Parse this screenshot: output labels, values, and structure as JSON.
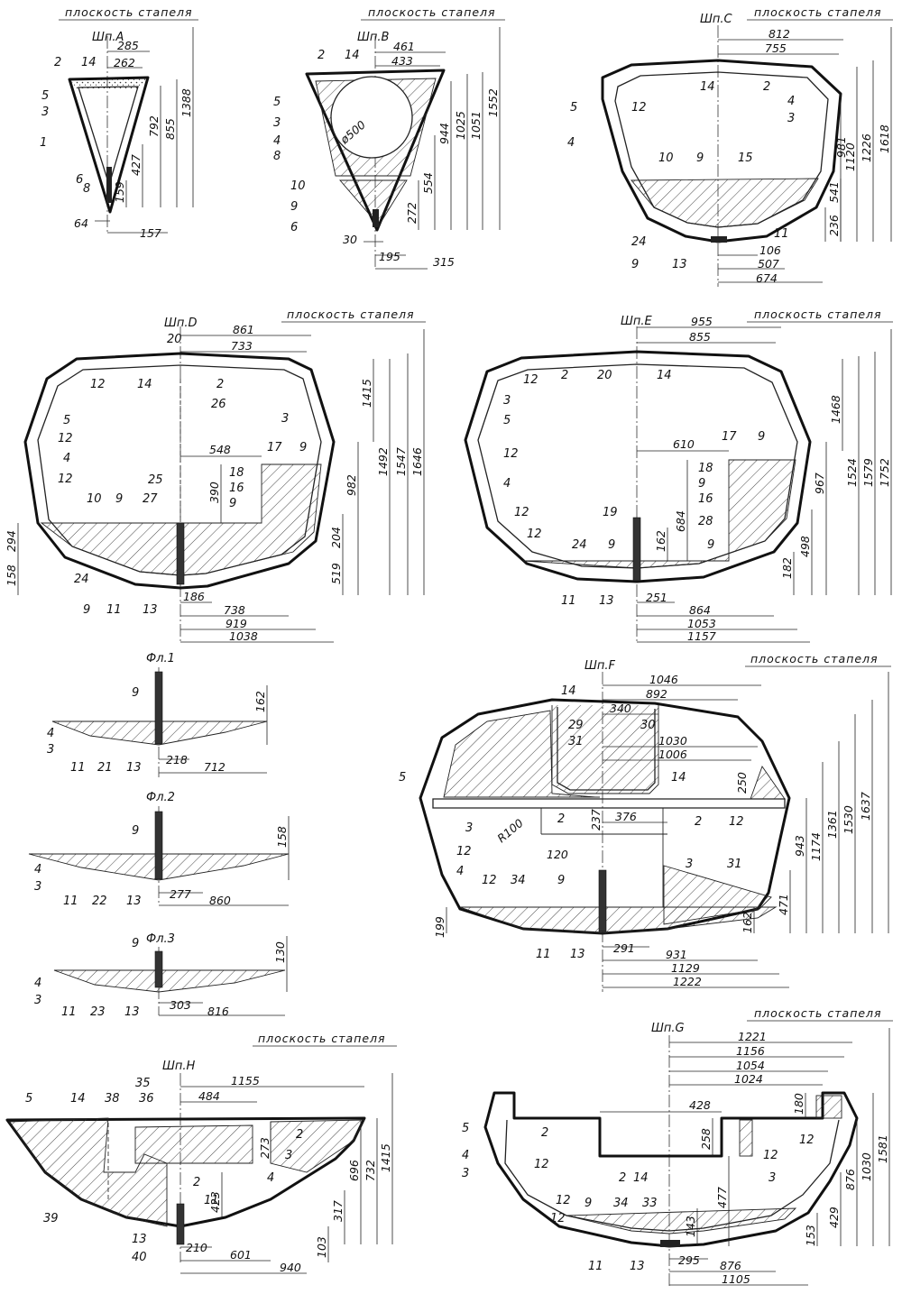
{
  "slip_plane_label": "плоскость стапеля",
  "titles": {
    "A": "Шп.A",
    "B": "Шп.B",
    "C": "Шп.C",
    "D": "Шп.D",
    "E": "Шп.E",
    "F": "Шп.F",
    "G": "Шп.G",
    "H": "Шп.H",
    "Fl1": "Фл.1",
    "Fl2": "Фл.2",
    "Fl3": "Фл.3"
  },
  "dims": {
    "A": [
      "285",
      "262",
      "792",
      "855",
      "1388",
      "427",
      "159",
      "64",
      "157"
    ],
    "B": [
      "461",
      "433",
      "ø500",
      "944",
      "1025",
      "1051",
      "1552",
      "554",
      "272",
      "30",
      "195",
      "315"
    ],
    "C": [
      "812",
      "755",
      "981",
      "1120",
      "1226",
      "1618",
      "541",
      "236",
      "106",
      "507",
      "674"
    ],
    "D": [
      "861",
      "733",
      "1415",
      "548",
      "390",
      "982",
      "1492",
      "1547",
      "1646",
      "294",
      "158",
      "519",
      "204",
      "186",
      "738",
      "919",
      "1038"
    ],
    "E": [
      "955",
      "855",
      "1468",
      "610",
      "684",
      "162",
      "967",
      "1524",
      "1579",
      "1752",
      "498",
      "182",
      "251",
      "864",
      "1053",
      "1157"
    ],
    "Fl1": [
      "162",
      "218",
      "712"
    ],
    "Fl2": [
      "158",
      "277",
      "860"
    ],
    "Fl3": [
      "130",
      "303",
      "816"
    ],
    "F": [
      "1046",
      "892",
      "340",
      "1030",
      "1006",
      "250",
      "237",
      "376",
      "R100",
      "120",
      "943",
      "1174",
      "1361",
      "1530",
      "1637",
      "471",
      "162",
      "199",
      "291",
      "931",
      "1129",
      "1222"
    ],
    "H": [
      "1155",
      "484",
      "273",
      "696",
      "732",
      "1415",
      "423",
      "317",
      "103",
      "210",
      "601",
      "940"
    ],
    "G": [
      "1221",
      "1156",
      "1054",
      "1024",
      "428",
      "180",
      "258",
      "477",
      "143",
      "876",
      "1030",
      "1581",
      "429",
      "153",
      "295",
      "876",
      "1105"
    ]
  },
  "labels": {
    "A": [
      "2",
      "14",
      "5",
      "3",
      "1",
      "6",
      "8"
    ],
    "B": [
      "2",
      "14",
      "5",
      "3",
      "4",
      "8",
      "10",
      "9",
      "6"
    ],
    "C": [
      "5",
      "12",
      "14",
      "2",
      "4",
      "3",
      "4",
      "10",
      "9",
      "15",
      "24",
      "11",
      "9",
      "13"
    ],
    "D": [
      "20",
      "12",
      "14",
      "2",
      "26",
      "3",
      "5",
      "12",
      "4",
      "12",
      "17",
      "9",
      "18",
      "16",
      "9",
      "10",
      "9",
      "25",
      "27",
      "24",
      "9",
      "11",
      "13"
    ],
    "E": [
      "2",
      "20",
      "14",
      "12",
      "3",
      "5",
      "12",
      "4",
      "12",
      "17",
      "9",
      "18",
      "9",
      "16",
      "28",
      "19",
      "12",
      "24",
      "9",
      "9",
      "11",
      "13"
    ],
    "Fl1": [
      "9",
      "4",
      "3",
      "11",
      "21",
      "13"
    ],
    "Fl2": [
      "9",
      "4",
      "3",
      "11",
      "22",
      "13"
    ],
    "Fl3": [
      "9",
      "4",
      "3",
      "11",
      "23",
      "13"
    ],
    "F": [
      "14",
      "29",
      "30",
      "31",
      "5",
      "14",
      "2",
      "12",
      "3",
      "12",
      "4",
      "12",
      "34",
      "3",
      "31",
      "9",
      "11",
      "13",
      "2"
    ],
    "H": [
      "5",
      "14",
      "38",
      "36",
      "35",
      "2",
      "3",
      "4",
      "2",
      "11",
      "39",
      "13",
      "40"
    ],
    "G": [
      "5",
      "2",
      "4",
      "3",
      "12",
      "2",
      "14",
      "12",
      "12",
      "3",
      "12",
      "12",
      "9",
      "34",
      "33",
      "11",
      "13"
    ]
  }
}
